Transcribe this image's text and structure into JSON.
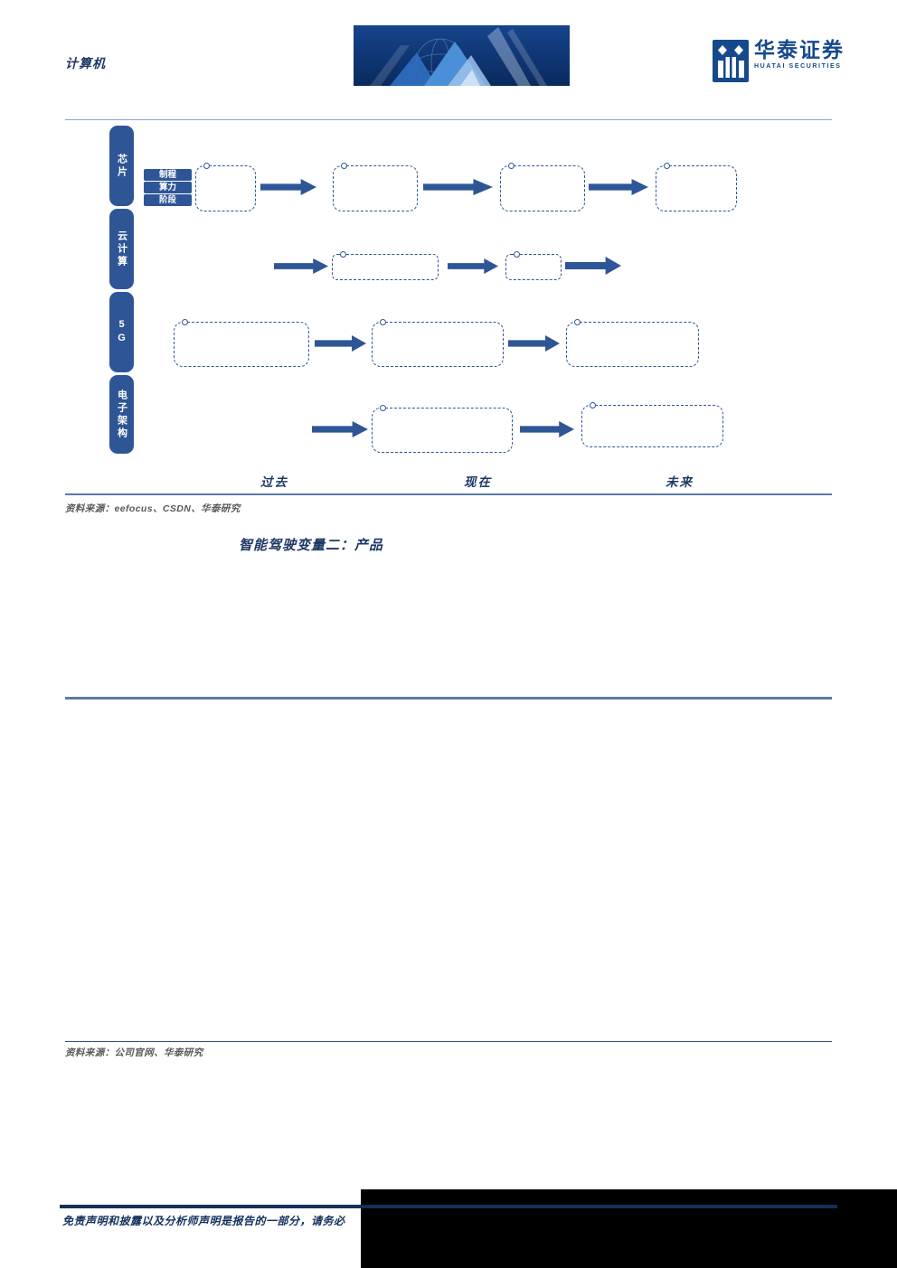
{
  "header": {
    "category": "计算机",
    "logo": {
      "name": "华泰证券",
      "subtitle": "HUATAI SECURITIES"
    }
  },
  "figure1": {
    "lanes": [
      "芯片",
      "云计算",
      "5G",
      "电子架构"
    ],
    "chip_tags": [
      "制程",
      "算力",
      "阶段"
    ],
    "timeline": [
      "过去",
      "现在",
      "未来"
    ],
    "source": "资料来源：eefocus、CSDN、华泰研究"
  },
  "section": {
    "title": "智能驾驶变量二：产品"
  },
  "figure2": {
    "source": "资料来源：公司官网、华泰研究"
  },
  "footer": {
    "disclaimer": "免责声明和披露以及分析师声明是报告的一部分，请务必"
  },
  "colors": {
    "accent_blue": "#2e5696",
    "dark_navy": "#1f3864",
    "logo_blue": "#15498b",
    "banner_bg_top": "#16448c",
    "banner_bg_bottom": "#0a2a5e",
    "source_gray": "#595959",
    "rule_steel": "#5b7aa8",
    "rule_light": "#8aa6c9",
    "fig2_rule": "#2c4a7c",
    "footer_navy": "#12305b"
  }
}
